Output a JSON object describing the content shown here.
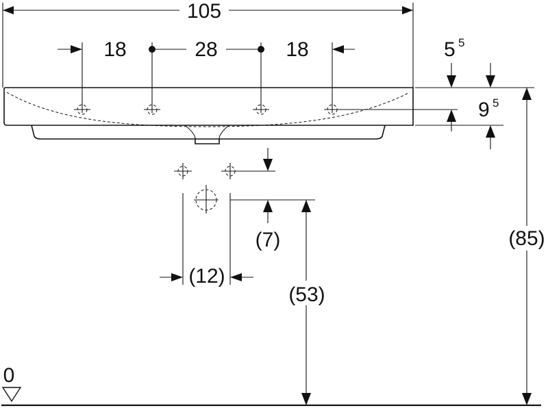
{
  "dimensions": {
    "overall_width": "105",
    "left_edge_to_hole": "18",
    "hole_spacing": "28",
    "right_edge_to_hole": "18",
    "rim_to_hole": "5",
    "rim_to_hole_sup": "5",
    "front_height": "9",
    "front_height_sup": "5",
    "trap_offset": "(7)",
    "trap_spacing": "(12)",
    "outlet_height": "(53)",
    "rim_height": "(85)",
    "floor_level": "0"
  },
  "colors": {
    "line": "#111111",
    "background": "#ffffff"
  }
}
